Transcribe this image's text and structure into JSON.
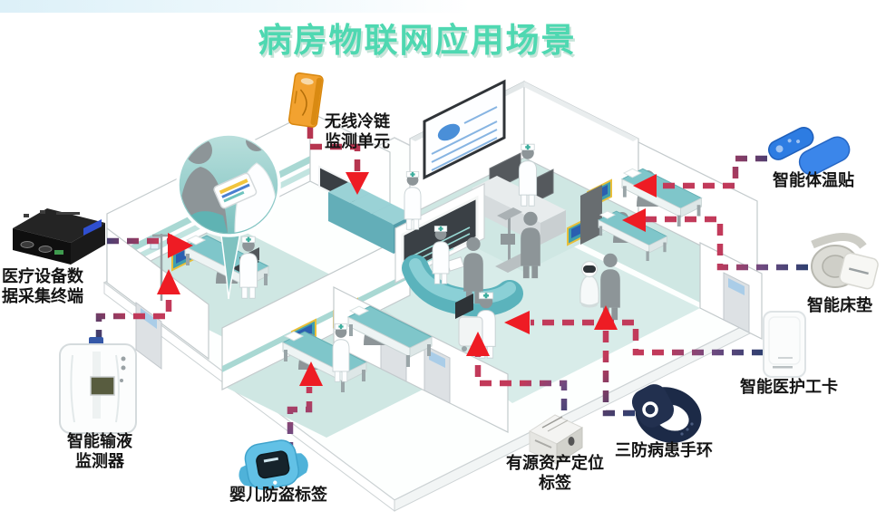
{
  "page": {
    "title": "病房物联网应用场景",
    "title_color": "#4fd8b1"
  },
  "devices": [
    {
      "id": "cold-chain-unit",
      "label": "无线冷链\n监测单元"
    },
    {
      "id": "medical-data-terminal",
      "label": "医疗设备数\n据采集终端"
    },
    {
      "id": "infusion-monitor",
      "label": "智能输液\n监测器"
    },
    {
      "id": "baby-anti-theft-tag",
      "label": "婴儿防盗标签"
    },
    {
      "id": "asset-location-tag",
      "label": "有源资产定位\n标签"
    },
    {
      "id": "patient-wristband",
      "label": "三防病患手环"
    },
    {
      "id": "staff-card",
      "label": "智能医护工卡"
    },
    {
      "id": "smart-mattress",
      "label": "智能床垫"
    },
    {
      "id": "temperature-patch",
      "label": "智能体温贴"
    }
  ],
  "colors": {
    "arrow_red": "#ee1c24",
    "dash_crimson": "#c23a5a",
    "dash_navy": "#2e3f6f",
    "floor_teal": "#cfe7e3",
    "wall_white": "#ffffff"
  }
}
